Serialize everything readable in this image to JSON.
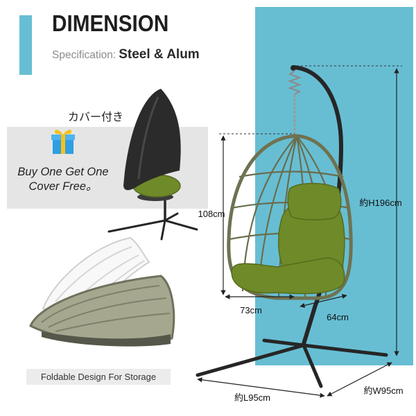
{
  "header": {
    "title": "DIMENSION",
    "spec_label": "Specification:",
    "spec_value": "Steel & Alum"
  },
  "promo": {
    "cover_label": "カバー付き",
    "offer_line1": "Buy One Get One",
    "offer_line2": "Cover Free。",
    "icon": "gift-icon"
  },
  "storage": {
    "label": "Foldable Design For Storage"
  },
  "dimensions": {
    "overall_height": "約H196cm",
    "basket_height": "108cm",
    "basket_width": "73cm",
    "basket_depth": "64cm",
    "base_length": "約L95cm",
    "base_width": "約W95cm"
  },
  "colors": {
    "accent": "#67bed3",
    "promo_bg": "#e5e5e5",
    "cushion": "#6f8a28",
    "frame": "#262626",
    "cover": "#2b2b2b"
  }
}
